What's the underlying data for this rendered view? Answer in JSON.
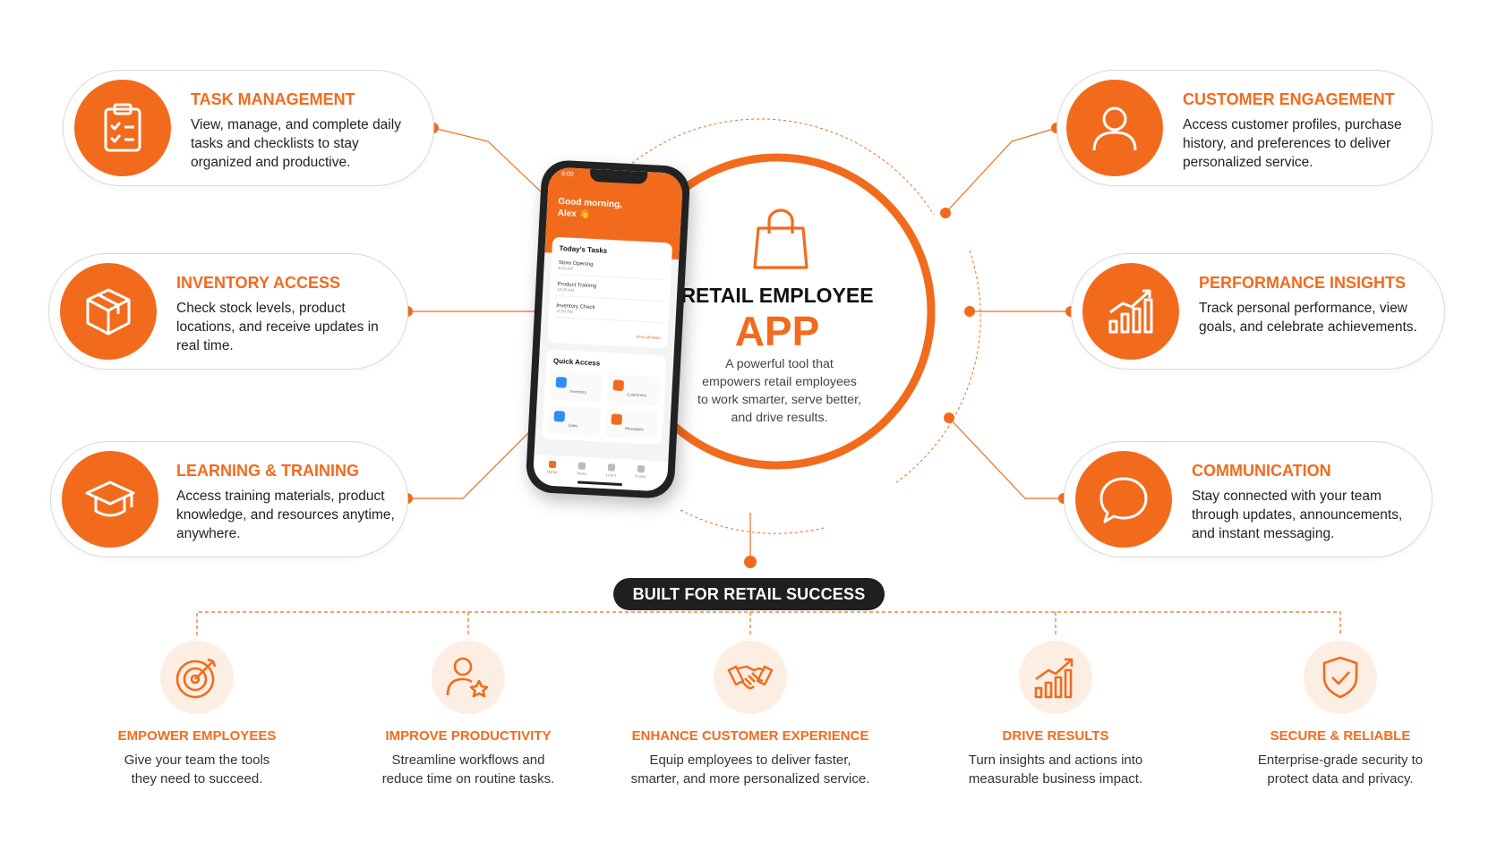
{
  "colors": {
    "accent": "#f26b1d",
    "dark": "#1f1f1f",
    "light_accent": "#fdeee3"
  },
  "hub": {
    "icon": "shopping-bag-icon",
    "title_line1": "RETAIL EMPLOYEE",
    "title_line2": "APP",
    "description": "A powerful tool that empowers retail employees to work smarter, serve better, and drive results."
  },
  "features": [
    {
      "icon": "clipboard-icon",
      "title": "TASK MANAGEMENT",
      "description": "View, manage, and complete daily tasks and checklists to stay organized and productive."
    },
    {
      "icon": "box-icon",
      "title": "INVENTORY ACCESS",
      "description": "Check stock levels, product locations, and receive updates in real time."
    },
    {
      "icon": "graduation-cap-icon",
      "title": "LEARNING & TRAINING",
      "description": "Access training materials, product knowledge, and resources anytime, anywhere."
    },
    {
      "icon": "user-icon",
      "title": "CUSTOMER ENGAGEMENT",
      "description": "Access customer profiles, purchase history, and preferences to deliver personalized service."
    },
    {
      "icon": "bar-chart-icon",
      "title": "PERFORMANCE INSIGHTS",
      "description": "Track personal performance, view goals, and celebrate achievements."
    },
    {
      "icon": "chat-bubble-icon",
      "title": "COMMUNICATION",
      "description": "Stay connected with your team through updates, announcements, and instant messaging."
    }
  ],
  "banner": {
    "label": "BUILT FOR RETAIL SUCCESS"
  },
  "benefits": [
    {
      "icon": "target-icon",
      "title": "EMPOWER EMPLOYEES",
      "description": "Give your team the tools they need to succeed."
    },
    {
      "icon": "user-star-icon",
      "title": "IMPROVE PRODUCTIVITY",
      "description": "Streamline workflows and reduce time on routine tasks."
    },
    {
      "icon": "handshake-icon",
      "title": "ENHANCE CUSTOMER EXPERIENCE",
      "description": "Equip employees to deliver faster, smarter, and more personalized service."
    },
    {
      "icon": "growth-chart-icon",
      "title": "DRIVE RESULTS",
      "description": "Turn insights and actions into measurable business impact."
    },
    {
      "icon": "shield-check-icon",
      "title": "SECURE & RELIABLE",
      "description": "Enterprise-grade security to protect data and privacy."
    }
  ],
  "phone": {
    "time": "9:00",
    "greeting": "Good morning, Alex 👋",
    "tasks_title": "Today's Tasks",
    "tasks": [
      {
        "name": "Store Opening",
        "sub": "8:00 AM"
      },
      {
        "name": "Product Training",
        "sub": "10:00 AM"
      },
      {
        "name": "Inventory Check",
        "sub": "11:00 AM"
      }
    ],
    "tasks_more": "View all tasks",
    "quick_title": "Quick Access",
    "quick": [
      "Inventory",
      "Customers",
      "Sales",
      "Messages"
    ],
    "tabs": [
      "Home",
      "Tasks",
      "Learn",
      "Profile"
    ]
  }
}
